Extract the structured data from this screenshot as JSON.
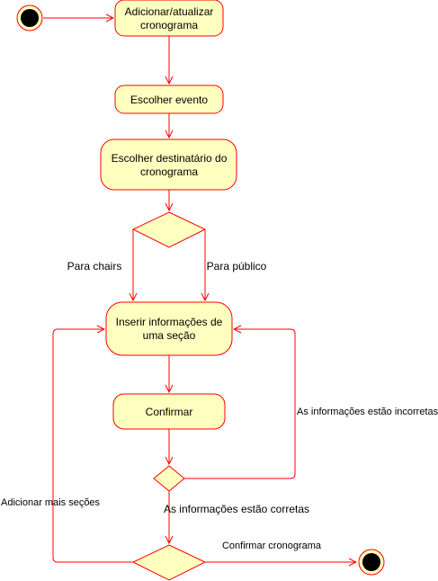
{
  "colors": {
    "fill": "#ffffc0",
    "stroke": "#ff0000",
    "terminal": "#000000"
  },
  "nodes": {
    "start": {
      "kind": "initial-node"
    },
    "add_schedule": {
      "kind": "action",
      "line1": "Adicionar/atualizar",
      "line2": "cronograma"
    },
    "choose_event": {
      "kind": "action",
      "label": "Escolher evento"
    },
    "choose_recipient": {
      "kind": "action",
      "line1": "Escolher destinatário do",
      "line2": "cronograma"
    },
    "decision_recipient": {
      "kind": "decision"
    },
    "insert_section": {
      "kind": "action",
      "line1": "Inserir informações de",
      "line2": "uma seção"
    },
    "confirm": {
      "kind": "action",
      "label": "Confirmar"
    },
    "decision_valid": {
      "kind": "decision"
    },
    "decision_more": {
      "kind": "decision"
    },
    "end": {
      "kind": "final-node"
    }
  },
  "edges": {
    "to_chairs": "Para chairs",
    "to_public": "Para público",
    "incorrect": "As informações estão incorretas",
    "correct": "As informações estão corretas",
    "more_sections": "Adicionar mais seções",
    "confirm_schedule": "Confirmar cronograma"
  }
}
